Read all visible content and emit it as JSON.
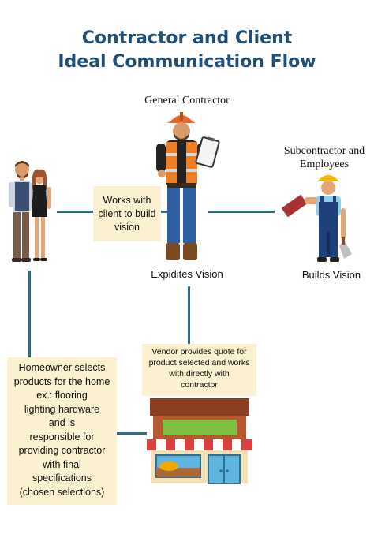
{
  "title": {
    "line1": "Contractor and Client",
    "line2": "Ideal Communication Flow"
  },
  "roles": {
    "general_contractor": "General Contractor",
    "subcontractor_line1": "Subcontractor and",
    "subcontractor_line2": "Employees"
  },
  "captions": {
    "expidites_vision": "Expidites Vision",
    "builds_vision": "Builds Vision"
  },
  "boxes": {
    "works_with_client": [
      "Works with",
      "client to build",
      "vision"
    ],
    "vendor": [
      "Vendor provides quote for",
      "product selected and works",
      "with directly with",
      "contractor"
    ],
    "homeowner": [
      "Homeowner selects",
      "products for the home",
      "ex.: flooring",
      "lighting hardware",
      "and is",
      "responsible for",
      "providing contractor",
      "with final",
      "specifications",
      "(chosen selections)"
    ]
  },
  "colors": {
    "title": "#1f4e79",
    "connector": "#2a6f87",
    "box_fill": "#fbf0cf"
  },
  "icons": {
    "couple": "couple-icon",
    "contractor": "contractor-icon",
    "worker": "worker-icon",
    "store": "store-icon"
  }
}
